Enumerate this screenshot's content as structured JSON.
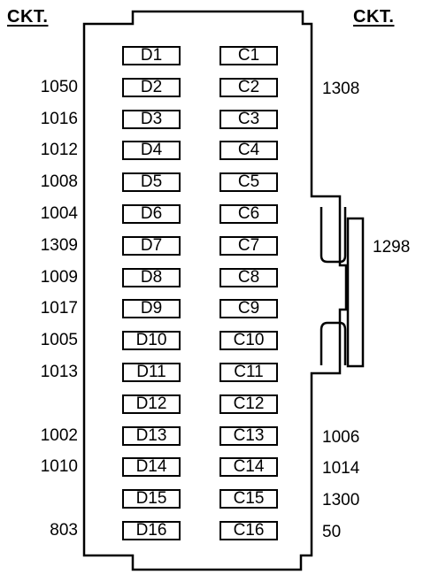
{
  "headers": {
    "left": "CKT.",
    "right": "CKT."
  },
  "rows": [
    {
      "d_label": "D1",
      "c_label": "C1",
      "left_ckt": "",
      "right_ckt": ""
    },
    {
      "d_label": "D2",
      "c_label": "C2",
      "left_ckt": "1050",
      "right_ckt": "1308"
    },
    {
      "d_label": "D3",
      "c_label": "C3",
      "left_ckt": "1016",
      "right_ckt": ""
    },
    {
      "d_label": "D4",
      "c_label": "C4",
      "left_ckt": "1012",
      "right_ckt": ""
    },
    {
      "d_label": "D5",
      "c_label": "C5",
      "left_ckt": "1008",
      "right_ckt": ""
    },
    {
      "d_label": "D6",
      "c_label": "C6",
      "left_ckt": "1004",
      "right_ckt": ""
    },
    {
      "d_label": "D7",
      "c_label": "C7",
      "left_ckt": "1309",
      "right_ckt": ""
    },
    {
      "d_label": "D8",
      "c_label": "C8",
      "left_ckt": "1009",
      "right_ckt": ""
    },
    {
      "d_label": "D9",
      "c_label": "C9",
      "left_ckt": "1017",
      "right_ckt": ""
    },
    {
      "d_label": "D10",
      "c_label": "C10",
      "left_ckt": "1005",
      "right_ckt": ""
    },
    {
      "d_label": "D11",
      "c_label": "C11",
      "left_ckt": "1013",
      "right_ckt": ""
    },
    {
      "d_label": "D12",
      "c_label": "C12",
      "left_ckt": "",
      "right_ckt": ""
    },
    {
      "d_label": "D13",
      "c_label": "C13",
      "left_ckt": "1002",
      "right_ckt": "1006"
    },
    {
      "d_label": "D14",
      "c_label": "C14",
      "left_ckt": "1010",
      "right_ckt": "1014"
    },
    {
      "d_label": "D15",
      "c_label": "C15",
      "left_ckt": "",
      "right_ckt": "1300"
    },
    {
      "d_label": "D16",
      "c_label": "C16",
      "left_ckt": "803",
      "right_ckt": "50"
    }
  ],
  "side_relay_ckt": "1298"
}
